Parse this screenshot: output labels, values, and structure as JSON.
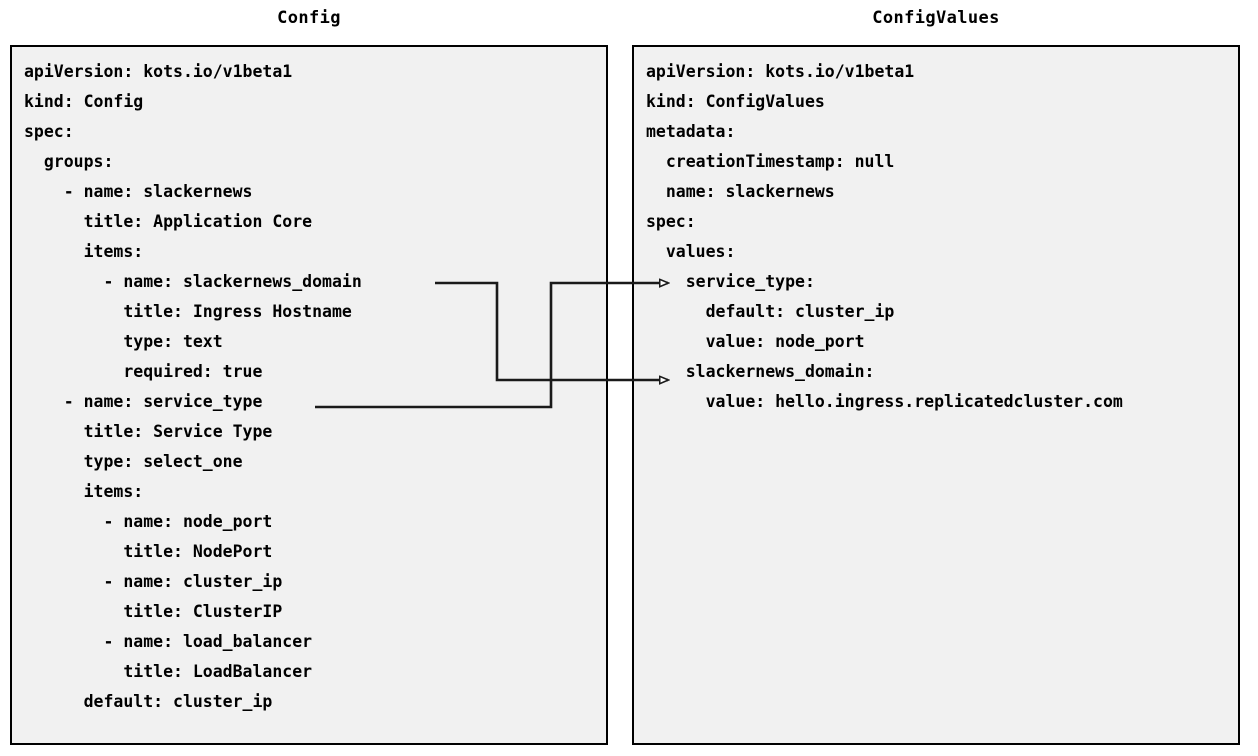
{
  "panels": {
    "left": {
      "title": "Config",
      "lines": [
        "apiVersion: kots.io/v1beta1",
        "kind: Config",
        "spec:",
        "  groups:",
        "    - name: slackernews",
        "      title: Application Core",
        "      items:",
        "        - name: slackernews_domain",
        "          title: Ingress Hostname",
        "          type: text",
        "          required: true",
        "    - name: service_type",
        "      title: Service Type",
        "      type: select_one",
        "      items:",
        "        - name: node_port",
        "          title: NodePort",
        "        - name: cluster_ip",
        "          title: ClusterIP",
        "        - name: load_balancer",
        "          title: LoadBalancer",
        "      default: cluster_ip"
      ]
    },
    "right": {
      "title": "ConfigValues",
      "lines": [
        "apiVersion: kots.io/v1beta1",
        "kind: ConfigValues",
        "metadata:",
        "  creationTimestamp: null",
        "  name: slackernews",
        "spec:",
        "  values:",
        "    service_type:",
        "      default: cluster_ip",
        "      value: node_port",
        "    slackernews_domain:",
        "      value: hello.ingress.replicatedcluster.com"
      ]
    }
  },
  "connectors": [
    {
      "name": "slackernews-domain-link",
      "from_label": "slackernews_domain",
      "to_label": "slackernews_domain:",
      "arrow": "open-triangle-right"
    },
    {
      "name": "service-type-link",
      "from_label": "service_type",
      "to_label": "service_type:",
      "arrow": "open-triangle-right"
    }
  ],
  "colors": {
    "panel_background": "#f1f1f1",
    "panel_border": "#000000",
    "text": "#000000",
    "connector": "#1a1a1a",
    "page_background": "#ffffff"
  }
}
